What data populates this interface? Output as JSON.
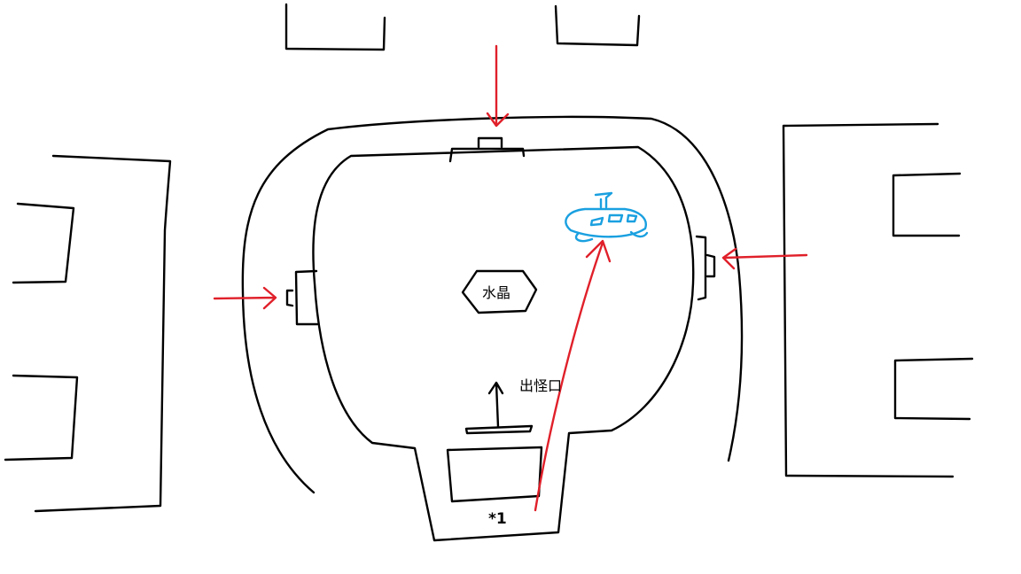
{
  "labels": {
    "crystal": "水晶",
    "monster_exit": "出怪口",
    "spot_marker": "*1"
  },
  "icons": {
    "vehicle": "submarine-icon"
  },
  "colors": {
    "outline": "#000000",
    "arrow": "#e0202a",
    "vehicle": "#1aa0e0"
  }
}
